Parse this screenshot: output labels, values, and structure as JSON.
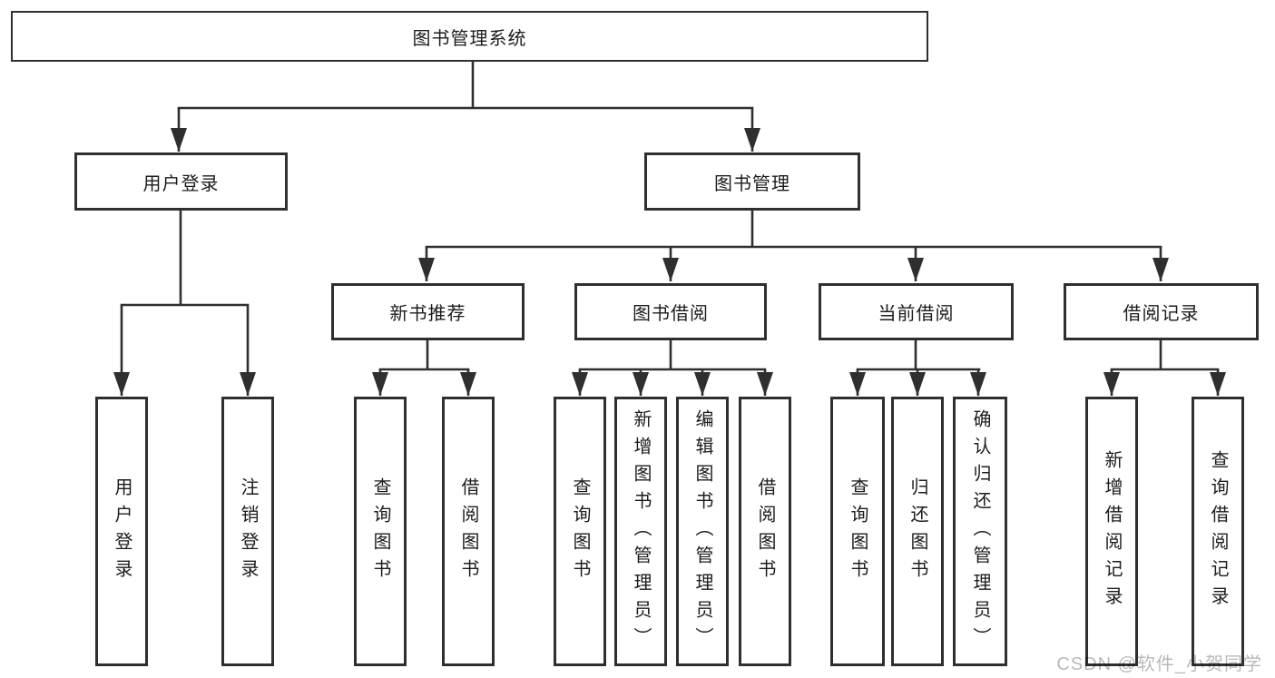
{
  "tree": {
    "root": {
      "label": "图书管理系统"
    },
    "branches": [
      {
        "label": "用户登录",
        "children": [
          {
            "label": "用户登录"
          },
          {
            "label": "注销登录"
          }
        ]
      },
      {
        "label": "图书管理",
        "children": [
          {
            "label": "新书推荐",
            "children": [
              {
                "label": "查询图书"
              },
              {
                "label": "借阅图书"
              }
            ]
          },
          {
            "label": "图书借阅",
            "children": [
              {
                "label": "查询图书"
              },
              {
                "label": "新增图书（管理员）"
              },
              {
                "label": "编辑图书（管理员）"
              },
              {
                "label": "借阅图书"
              }
            ]
          },
          {
            "label": "当前借阅",
            "children": [
              {
                "label": "查询图书"
              },
              {
                "label": "归还图书"
              },
              {
                "label": "确认归还（管理员）"
              }
            ]
          },
          {
            "label": "借阅记录",
            "children": [
              {
                "label": "新增借阅记录"
              },
              {
                "label": "查询借阅记录"
              }
            ]
          }
        ]
      }
    ]
  },
  "watermark": {
    "text": "CSDN @软件_小贺同学"
  },
  "colors": {
    "line": "#2f2f2f",
    "box_border": "#2f2f2f",
    "text": "#1c1c1c",
    "background": "#ffffff"
  }
}
